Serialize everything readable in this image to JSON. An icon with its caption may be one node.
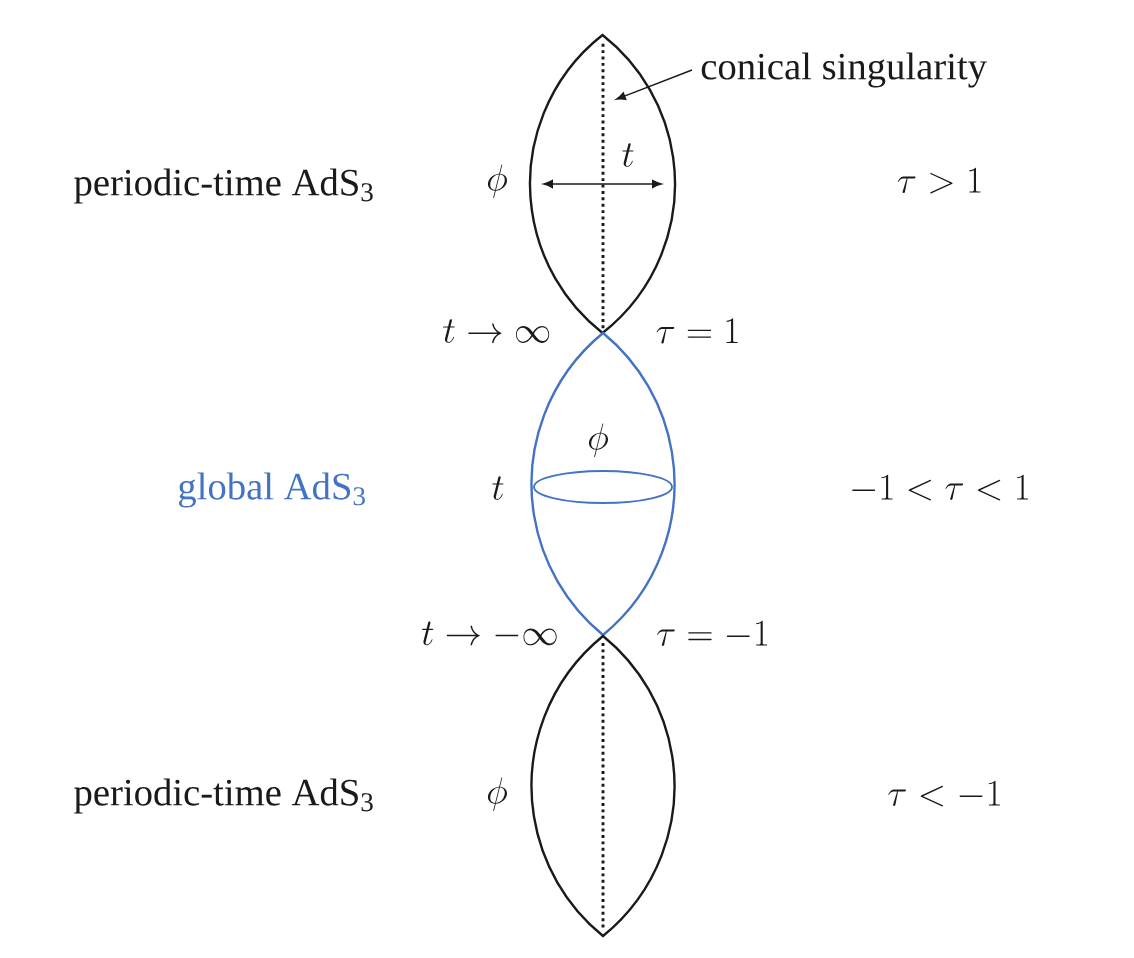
{
  "diagram": {
    "nodes": [
      {
        "text": [
          "conical singularity"
        ]
      },
      {
        "text": [],
        "shape": "line"
      }
    ],
    "edges": [
      {
        "from": 0,
        "to": 1,
        "arrow": "to"
      }
    ],
    "labels": [
      "periodic-time AdS$_{3}$",
      "\\phi",
      "t",
      "\\tau > 1",
      "t \\to \\infty",
      "\\tau = 1",
      "\\phi",
      "global AdS$_{3}$",
      "t",
      "-1 < \\tau < 1",
      "t \\to -\\infty",
      "\\tau = -1",
      "periodic-time AdS$_{3}$",
      "\\phi",
      "\\tau < -1"
    ]
  }
}
